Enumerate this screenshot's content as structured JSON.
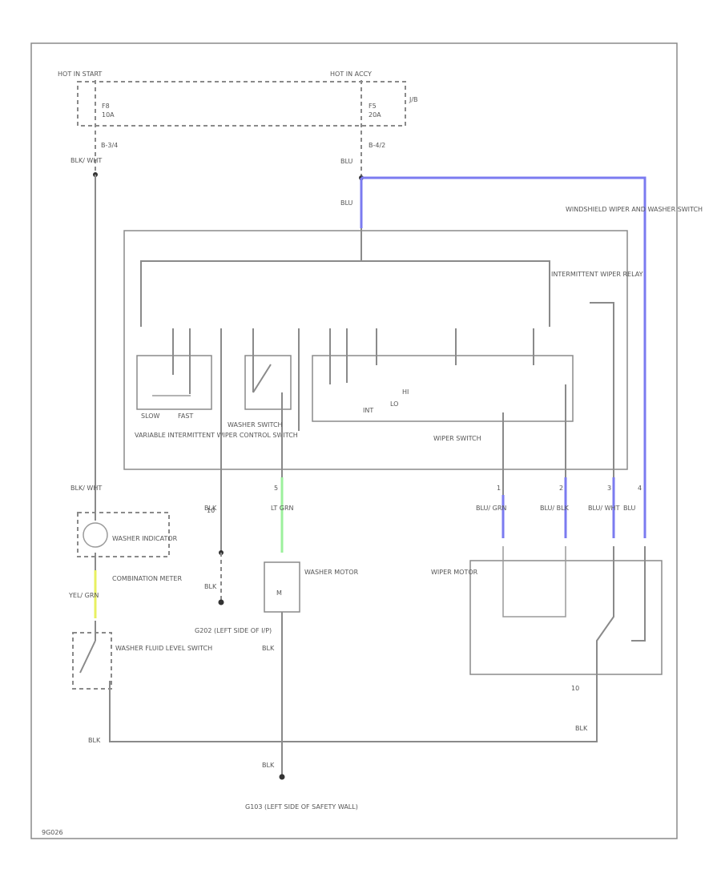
{
  "diagram": {
    "power": {
      "left_label": "HOT IN START",
      "right_label": "HOT IN ACCY",
      "fuse_left": "F8",
      "fuse_left_amp": "10A",
      "fuse_right": "F5",
      "fuse_right_amp": "20A",
      "fuse_box_ref": "J/B",
      "conn_left": "B-3/4",
      "conn_right": "B-4/2"
    },
    "wires": {
      "blk_wht": "BLK/ WHT",
      "blu": "BLU",
      "blk": "BLK",
      "lt_grn": "LT GRN",
      "yel_grn": "YEL/ GRN",
      "blu_grn": "BLU/ GRN",
      "blu_blk": "BLU/ BLK",
      "blu_wht": "BLU/ WHT",
      "blu_single": "BLU"
    },
    "components": {
      "wiper_washer_switch": "WINDSHIELD WIPER AND WASHER SWITCH",
      "intermittent_relay": "INTERMITTENT WIPER RELAY",
      "variable_switch": "VARIABLE INTERMITTENT WIPER CONTROL SWITCH",
      "washer_switch": "WASHER SWITCH",
      "wiper_switch": "WIPER SWITCH",
      "washer_indicator": "WASHER INDICATOR",
      "combination_meter": "COMBINATION METER",
      "washer_fluid_switch": "WASHER FLUID LEVEL SWITCH",
      "washer_motor": "WASHER MOTOR",
      "wiper_motor": "WIPER MOTOR",
      "slow": "SLOW",
      "fast": "FAST",
      "int": "INT",
      "lo": "LO",
      "hi": "HI"
    },
    "grounds": {
      "g202": "G202 (LEFT SIDE OF I/P)",
      "g103": "G103 (LEFT SIDE OF SAFETY WALL)"
    },
    "connectors": {
      "c_wiper1": "1",
      "c_wiper2": "2",
      "c_wiper3": "3",
      "c_wiper4": "4",
      "c_washer": "5",
      "c_ground": "10",
      "motor_m": "M"
    },
    "footer_id": "9G026"
  }
}
